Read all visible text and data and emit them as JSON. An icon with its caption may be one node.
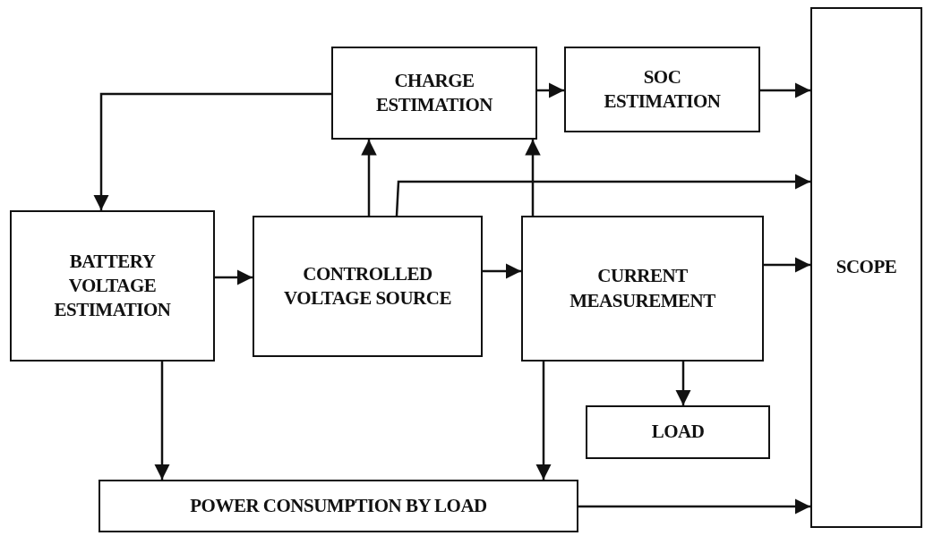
{
  "diagram": {
    "nodes": [
      {
        "text": [
          "CHARGE ESTIMATION"
        ]
      },
      {
        "text": [
          "SOC ESTIMATION"
        ]
      },
      {
        "text": [
          "BATTERY VOLTAGE ESTIMATION"
        ]
      },
      {
        "text": [
          "CONTROLLED VOLTAGE SOURCE"
        ]
      },
      {
        "text": [
          "CURRENT MEASUREMENT"
        ]
      },
      {
        "text": [
          "SCOPE"
        ]
      },
      {
        "text": [
          "LOAD"
        ]
      },
      {
        "text": [
          "POWER CONSUMPTION BY LOAD"
        ]
      }
    ],
    "edges": [
      {
        "from": 0,
        "to": 2,
        "arrow": "to"
      },
      {
        "from": 0,
        "to": 1,
        "arrow": "to"
      },
      {
        "from": 1,
        "to": 5,
        "arrow": "to"
      },
      {
        "from": 3,
        "to": 0,
        "arrow": "to"
      },
      {
        "from": 4,
        "to": 0,
        "arrow": "to"
      },
      {
        "from": 3,
        "to": 5,
        "arrow": "to"
      },
      {
        "from": 2,
        "to": 3,
        "arrow": "to"
      },
      {
        "from": 3,
        "to": 4,
        "arrow": "to"
      },
      {
        "from": 4,
        "to": 5,
        "arrow": "to"
      },
      {
        "from": 4,
        "to": 6,
        "arrow": "to"
      },
      {
        "from": 2,
        "to": 7,
        "arrow": "to"
      },
      {
        "from": 4,
        "to": 7,
        "arrow": "to"
      },
      {
        "from": 7,
        "to": 5,
        "arrow": "to"
      }
    ]
  }
}
